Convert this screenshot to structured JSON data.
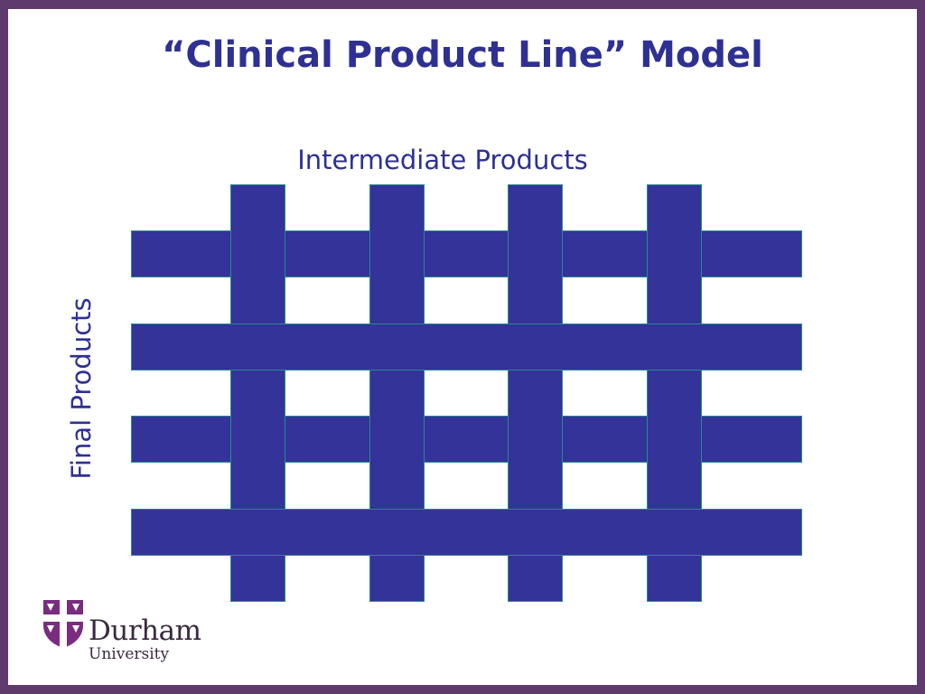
{
  "slide": {
    "title": "“Clinical Product Line” Model"
  },
  "diagram": {
    "top_label": "Intermediate Products",
    "side_label": "Final Products",
    "bar_color": "#333399",
    "bar_outline_color": "#2a8a8a"
  },
  "branding": {
    "logo_name": "Durham",
    "logo_subtitle": "University",
    "frame_color": "#5f3b6d"
  }
}
